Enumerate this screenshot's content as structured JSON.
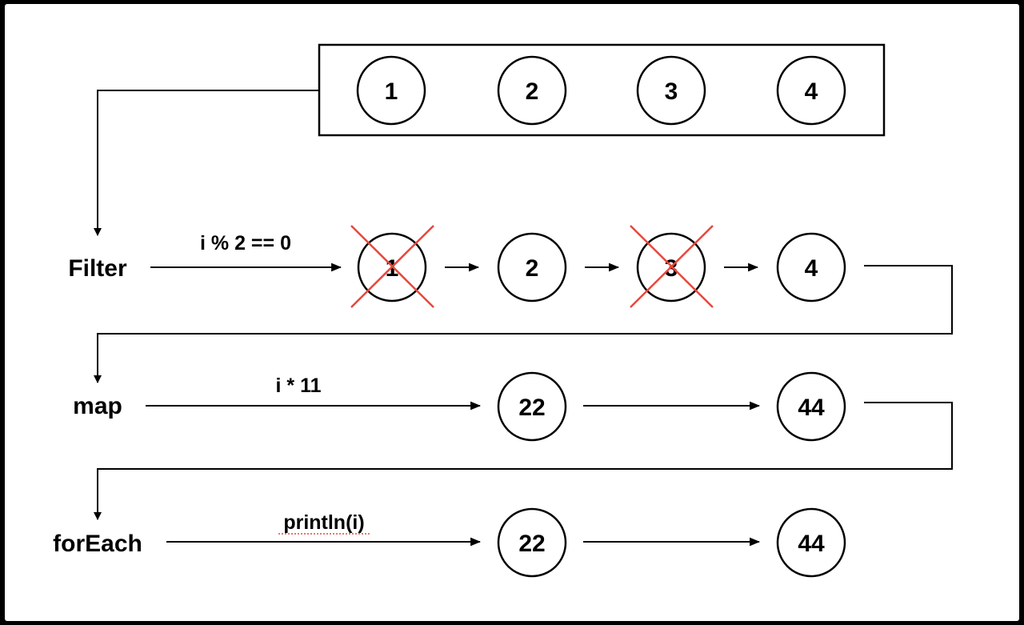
{
  "colors": {
    "background": "#000000",
    "canvas": "#ffffff",
    "stroke": "#000000",
    "cross": "#e8473c"
  },
  "source": {
    "items": [
      "1",
      "2",
      "3",
      "4"
    ]
  },
  "stages": {
    "filter": {
      "label": "Filter",
      "operation": "i % 2 == 0",
      "items": [
        "1",
        "2",
        "3",
        "4"
      ],
      "rejected": [
        true,
        false,
        true,
        false
      ]
    },
    "map": {
      "label": "map",
      "operation": "i * 11",
      "items": [
        "22",
        "44"
      ]
    },
    "foreach": {
      "label": "forEach",
      "operation": "println(i)",
      "items": [
        "22",
        "44"
      ]
    }
  }
}
